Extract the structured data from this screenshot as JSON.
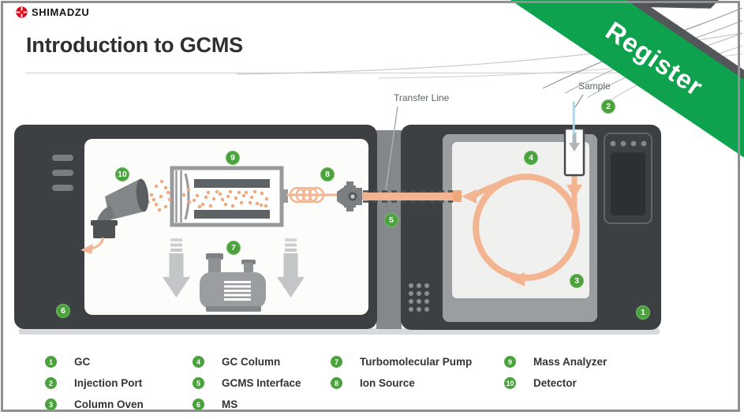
{
  "header": {
    "brand": "SHIMADZU",
    "title": "Introduction to GCMS"
  },
  "ribbon": {
    "label": "Register"
  },
  "diagram": {
    "labels": {
      "transfer_line": "Transfer Line",
      "sample": "Sample"
    },
    "callouts": [
      {
        "n": "1"
      },
      {
        "n": "2"
      },
      {
        "n": "3"
      },
      {
        "n": "4"
      },
      {
        "n": "5"
      },
      {
        "n": "6"
      },
      {
        "n": "7"
      },
      {
        "n": "8"
      },
      {
        "n": "9"
      },
      {
        "n": "10"
      }
    ]
  },
  "legend": {
    "items": [
      {
        "n": "1",
        "label": "GC"
      },
      {
        "n": "2",
        "label": "Injection Port"
      },
      {
        "n": "3",
        "label": "Column Oven"
      },
      {
        "n": "4",
        "label": "GC Column"
      },
      {
        "n": "5",
        "label": "GCMS Interface"
      },
      {
        "n": "6",
        "label": "MS"
      },
      {
        "n": "7",
        "label": "Turbomolecular Pump"
      },
      {
        "n": "8",
        "label": "Ion Source"
      },
      {
        "n": "9",
        "label": "Mass Analyzer"
      },
      {
        "n": "10",
        "label": "Detector"
      }
    ]
  },
  "colors": {
    "accent_green": "#4aa23c",
    "ribbon_green": "#0ea24e",
    "diagram_orange": "#f3b591",
    "unit_dark": "#3d4042",
    "brand_red": "#e60012"
  }
}
